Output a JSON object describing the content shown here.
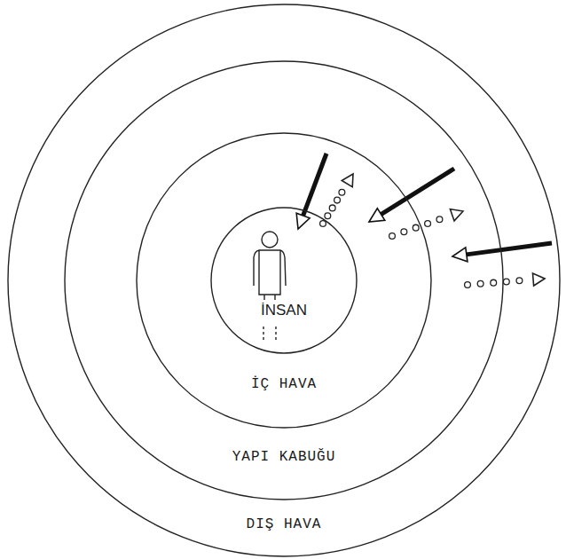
{
  "diagram": {
    "nodes": [
      {
        "text": [
          "DIŞ HAVA"
        ]
      },
      {
        "text": [
          "YAPI KABUĞU"
        ],
        "in": 0
      },
      {
        "text": [
          "İÇ HAVA"
        ],
        "in": 1
      },
      {
        "text": [
          "İNSAN"
        ],
        "in": 2
      }
    ]
  }
}
